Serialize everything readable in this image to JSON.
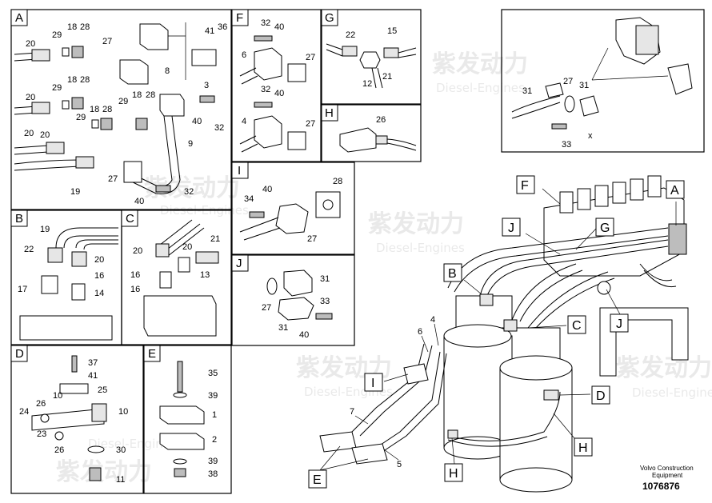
{
  "panels": {
    "A": {
      "tag": "A",
      "labels": [
        "20",
        "29",
        "18",
        "28",
        "27",
        "41",
        "36",
        "8",
        "3",
        "20",
        "29",
        "18",
        "28",
        "20",
        "29",
        "18",
        "28",
        "29",
        "18",
        "28",
        "40",
        "32",
        "20",
        "27",
        "9",
        "19",
        "40",
        "32"
      ]
    },
    "B": {
      "tag": "B",
      "labels": [
        "19",
        "22",
        "20",
        "16",
        "17",
        "14"
      ]
    },
    "C": {
      "tag": "C",
      "labels": [
        "21",
        "20",
        "20",
        "16",
        "13",
        "16"
      ]
    },
    "D": {
      "tag": "D",
      "labels": [
        "37",
        "41",
        "25",
        "10",
        "24",
        "26",
        "10",
        "23",
        "26",
        "30",
        "11"
      ]
    },
    "E": {
      "tag": "E",
      "labels": [
        "35",
        "39",
        "1",
        "2",
        "39",
        "38"
      ]
    },
    "F": {
      "tag": "F",
      "labels": [
        "32",
        "40",
        "6",
        "27",
        "32",
        "40",
        "4",
        "27"
      ]
    },
    "G": {
      "tag": "G",
      "labels": [
        "22",
        "15",
        "12",
        "21"
      ]
    },
    "H": {
      "tag": "H",
      "labels": [
        "26"
      ]
    },
    "I": {
      "tag": "I",
      "labels": [
        "34",
        "40",
        "28",
        "27"
      ]
    },
    "J": {
      "tag": "J",
      "labels": [
        "31",
        "27",
        "33",
        "31",
        "40"
      ]
    }
  },
  "inset": {
    "labels": [
      "31",
      "27",
      "31",
      "33"
    ],
    "x_mark": "x"
  },
  "main": {
    "callouts": [
      "F",
      "A",
      "J",
      "G",
      "B",
      "C",
      "J",
      "I",
      "D",
      "E",
      "H",
      "H"
    ],
    "numbers": [
      "6",
      "4",
      "7",
      "5"
    ]
  },
  "footer": {
    "company": "Volvo Construction",
    "sub": "Equipment",
    "part_number": "1076876"
  },
  "watermark": {
    "text": "紫发动力",
    "sub": "Diesel-Engines"
  },
  "colors": {
    "line": "#000000",
    "shade": "#bdbdbd",
    "light": "#e6e6e6",
    "watermark": "#cfcfcf"
  }
}
